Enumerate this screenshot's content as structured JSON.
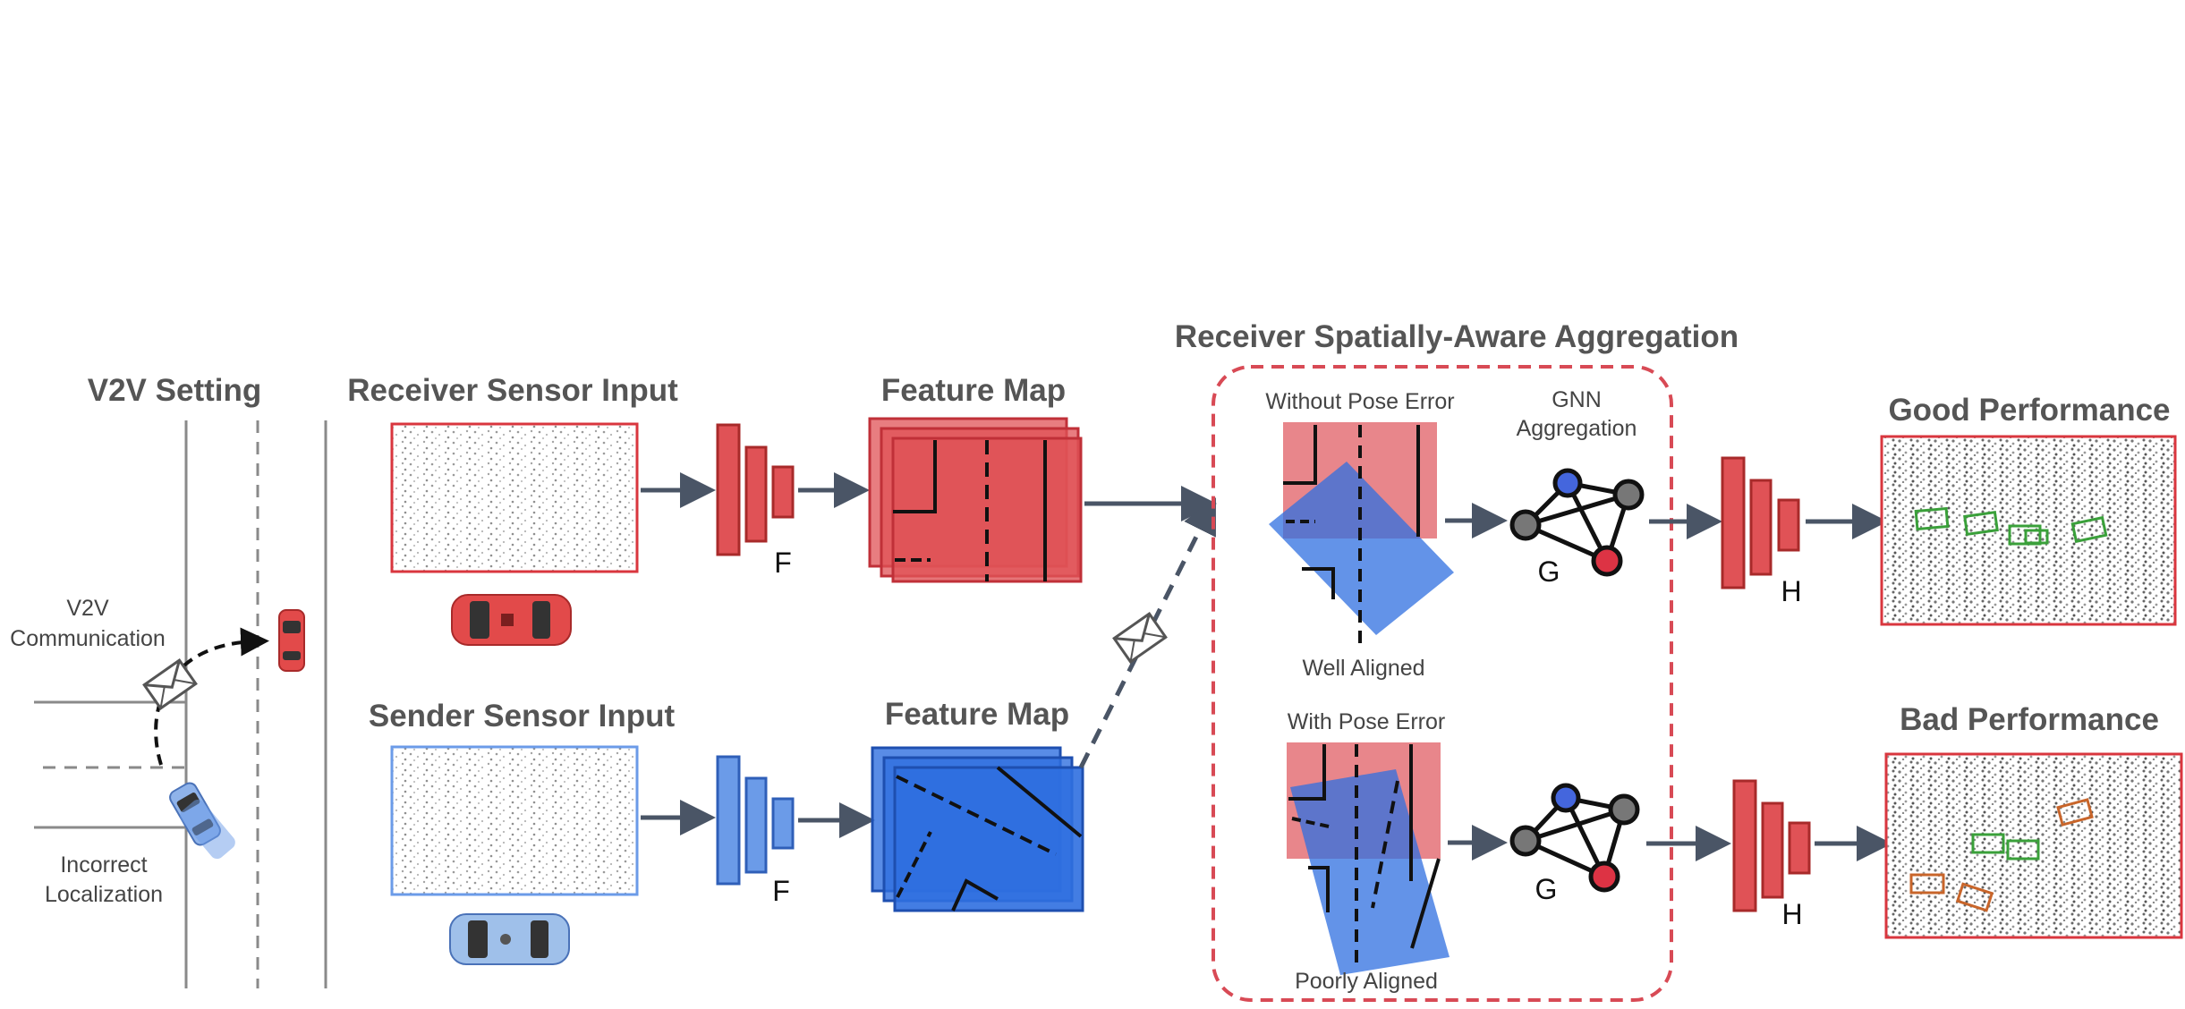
{
  "titles": {
    "v2v_setting": "V2V Setting",
    "receiver_sensor_input": "Receiver Sensor Input",
    "sender_sensor_input": "Sender Sensor Input",
    "feature_map_top": "Feature Map",
    "feature_map_bottom": "Feature Map",
    "aggregation": "Receiver Spatially-Aware Aggregation",
    "good_performance": "Good Performance",
    "bad_performance": "Bad Performance"
  },
  "labels": {
    "v2v_comm_line1": "V2V",
    "v2v_comm_line2": "Communication",
    "incorrect_line1": "Incorrect",
    "incorrect_line2": "Localization",
    "without_pose_error": "Without Pose Error",
    "well_aligned": "Well Aligned",
    "with_pose_error": "With Pose Error",
    "poorly_aligned": "Poorly Aligned",
    "gnn_line1": "GNN",
    "gnn_line2": "Aggregation"
  },
  "letters": {
    "encoder_top": "F",
    "encoder_bottom": "F",
    "gnn_top": "G",
    "gnn_bottom": "G",
    "head_top": "H",
    "head_bottom": "H"
  },
  "colors": {
    "receiver_red": "#d9363e",
    "receiver_fill": "#e55a60",
    "sender_blue": "#2f6fe0",
    "sender_light": "#6b9be8",
    "arrow": "#4a5566",
    "title_gray": "#555555",
    "dashed_border": "#d84a55",
    "good_box": "#3aa03a",
    "bad_box": "#c8652a",
    "node_blue": "#4466dd",
    "node_red": "#dd3344",
    "node_gray": "#777777"
  }
}
